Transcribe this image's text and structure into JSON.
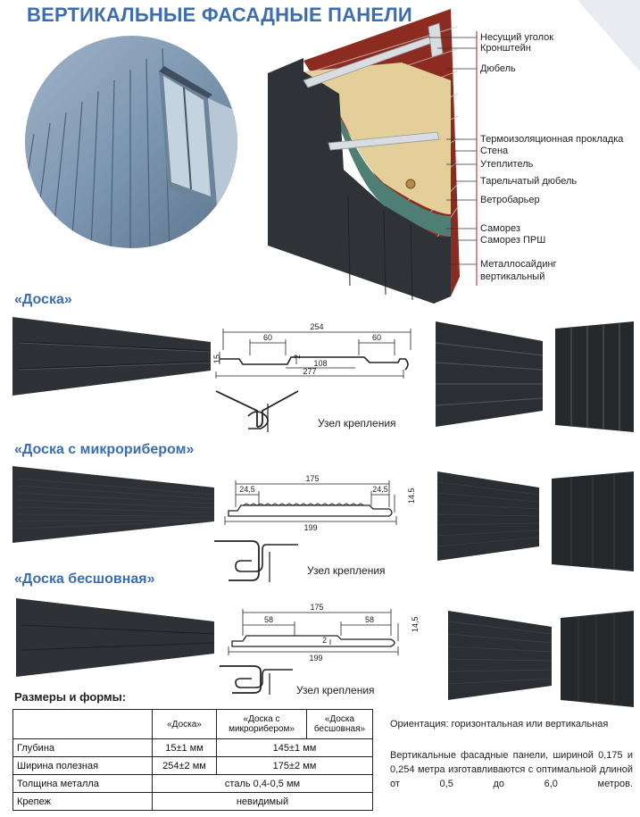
{
  "title": "ВЕРТИКАЛЬНЫЕ ФАСАДНЫЕ ПАНЕЛИ",
  "callouts": [
    "Несущий уголок",
    "Кронштейн",
    "Дюбель",
    "Термоизоляционная прокладка",
    "Стена",
    "Утеплитель",
    "Тарельчатый дюбель",
    "Ветробарьер",
    "Саморез",
    "Саморез ПРШ",
    "Металлосайдинг",
    "вертикальный"
  ],
  "sections": [
    {
      "name": "«Доска»",
      "dims": [
        "254",
        "60",
        "60",
        "15",
        "2",
        "108",
        "277"
      ],
      "node": "Узел крепления"
    },
    {
      "name": "«Доска с микрорибером»",
      "dims": [
        "175",
        "24,5",
        "24,5",
        "14,5",
        "199"
      ],
      "node": "Узел крепления"
    },
    {
      "name": "«Доска бесшовная»",
      "dims": [
        "175",
        "58",
        "58",
        "14,5",
        "2",
        "199"
      ],
      "node": "Узел крепления"
    }
  ],
  "sizes_heading": "Размеры и формы:",
  "table": {
    "columns": [
      "«Доска»",
      "«Доска с микрорибером»",
      "«Доска бесшовная»"
    ],
    "rows": [
      {
        "label": "Глубина",
        "values": [
          "15±1 мм",
          "145±1 мм"
        ]
      },
      {
        "label": "Ширина полезная",
        "values": [
          "254±2 мм",
          "175±2 мм"
        ]
      },
      {
        "label": "Толщина металла",
        "values": [
          "сталь 0,4-0,5 мм"
        ]
      },
      {
        "label": "Крепеж",
        "values": [
          "невидимый"
        ]
      }
    ]
  },
  "orientation": "Ориентация: горизонтальная или вертикальная",
  "description": "Вертикальные фасадные панели, шириной 0,175 и 0,254 метра изготавливаются с оптимальной длиной от 0,5 до 6,0 метров."
}
